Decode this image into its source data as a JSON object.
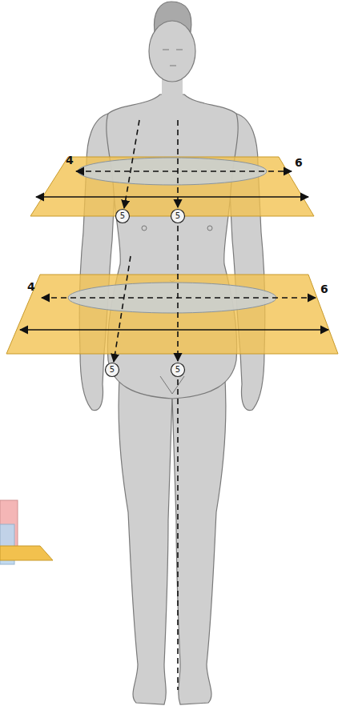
{
  "diagram": {
    "labels": [
      "4",
      "6",
      "5",
      "5",
      "4",
      "6",
      "5",
      "5"
    ]
  }
}
